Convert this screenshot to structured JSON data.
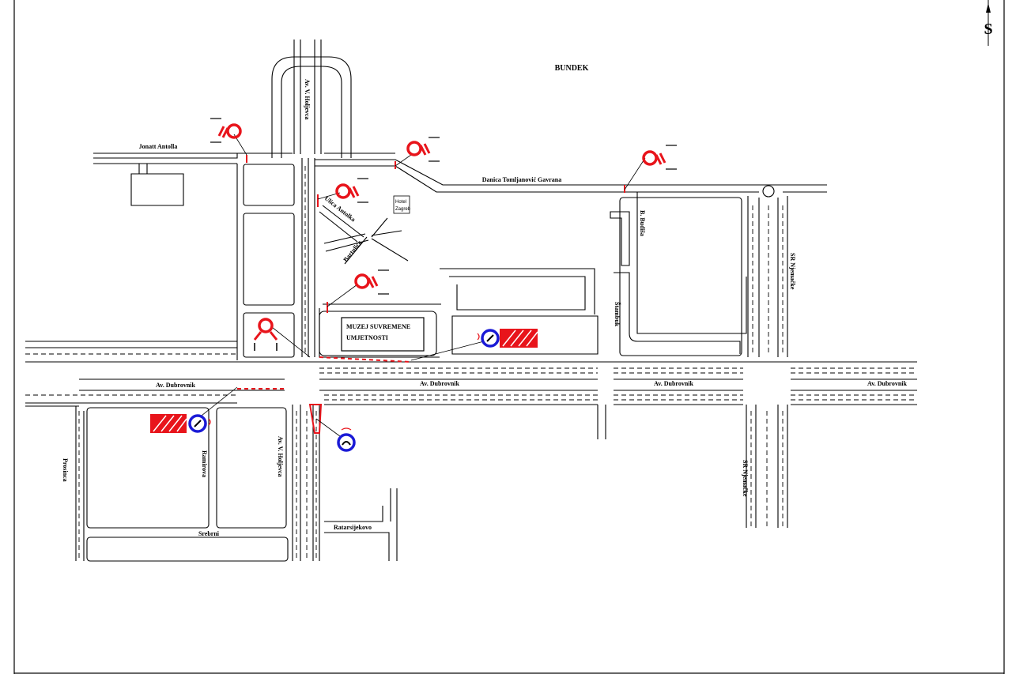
{
  "north": "S",
  "area_label": "BUNDEK",
  "streets": {
    "jonatt_antolla": "Jonatt Antolla",
    "av_v_holjevca_north": "Av. V. Holjevca",
    "danica_tomljanovic": "Danica Tomljanović Gavrana",
    "av_dubrovnik_west": "Av. Dubrovnik",
    "av_dubrovnik_center": "Av. Dubrovnik",
    "av_dubrovnik_east": "Av. Dubrovnik",
    "av_dubrovnik_far_east": "Av. Dubrovnik",
    "av_v_holjevca_south": "Av. V. Holjevca",
    "sr_njemacke_north": "SR Njemačke",
    "sr_njemacke_south": "SR Njemačke",
    "b_budisa": "B. Budiša",
    "street_mid": "Štambuk",
    "diag_1": "Ulica Antolka",
    "diag_2": "Bartulića",
    "street_sw1": "Prosinca",
    "street_sw2": "Ramirova",
    "street_sw3": "Srebrni",
    "street_s": "Ratarsijekovo"
  },
  "museum": {
    "line1": "MUZEJ SUVREMENE",
    "line2": "UMJETNOSTI"
  },
  "hotel": {
    "line1": "Hotel",
    "line2": "Zagreb"
  },
  "colors": {
    "road": "#000000",
    "closure": "#e8141b",
    "regulatory": "#1a1ad6"
  },
  "icons": [
    "roadwork-sign-icon",
    "no-entry-icon",
    "barrier-icon",
    "compass-icon"
  ]
}
